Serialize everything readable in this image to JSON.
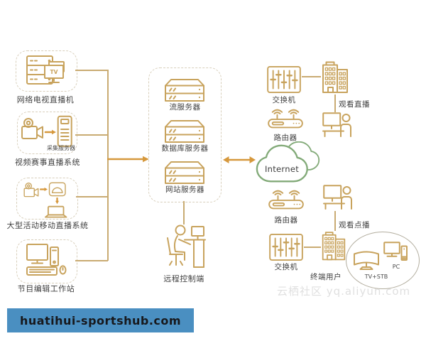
{
  "colors": {
    "icon_gold": "#c8a35d",
    "arrow_orange": "#d6983c",
    "cloud_green": "#82aa78",
    "label_text": "#3f3f3f",
    "dashed_border": "#d8cfbb",
    "footer_bar_bg": "#4a8fc1",
    "footer_text": "#17181c",
    "watermark_text": "#e0e0e0"
  },
  "left": {
    "nodes": [
      {
        "label": "网络电视直播机",
        "icon_tv_text": "TV"
      },
      {
        "label": "视频赛事直播系统",
        "sublabel": "采集服务器"
      },
      {
        "label": "大型活动移动直播系统"
      },
      {
        "label": "节目编辑工作站"
      }
    ]
  },
  "center": {
    "servers": [
      {
        "label": "流服务器"
      },
      {
        "label": "数据库服务器"
      },
      {
        "label": "网站服务器"
      }
    ],
    "control_label": "远程控制端"
  },
  "cloud": {
    "label": "Internet"
  },
  "live_path": {
    "switch_label": "交换机",
    "router_label": "路由器",
    "watch_label": "观看直播"
  },
  "vod_path": {
    "router_label": "路由器",
    "switch_label": "交换机",
    "watch_label": "观看点播",
    "users_label": "终端用户",
    "devices": {
      "tv": "TV+STB",
      "pc": "PC"
    }
  },
  "watermark": "云栖社区 yq.aliyun.com",
  "footer": {
    "site": "huatihui-sportshub.com"
  }
}
